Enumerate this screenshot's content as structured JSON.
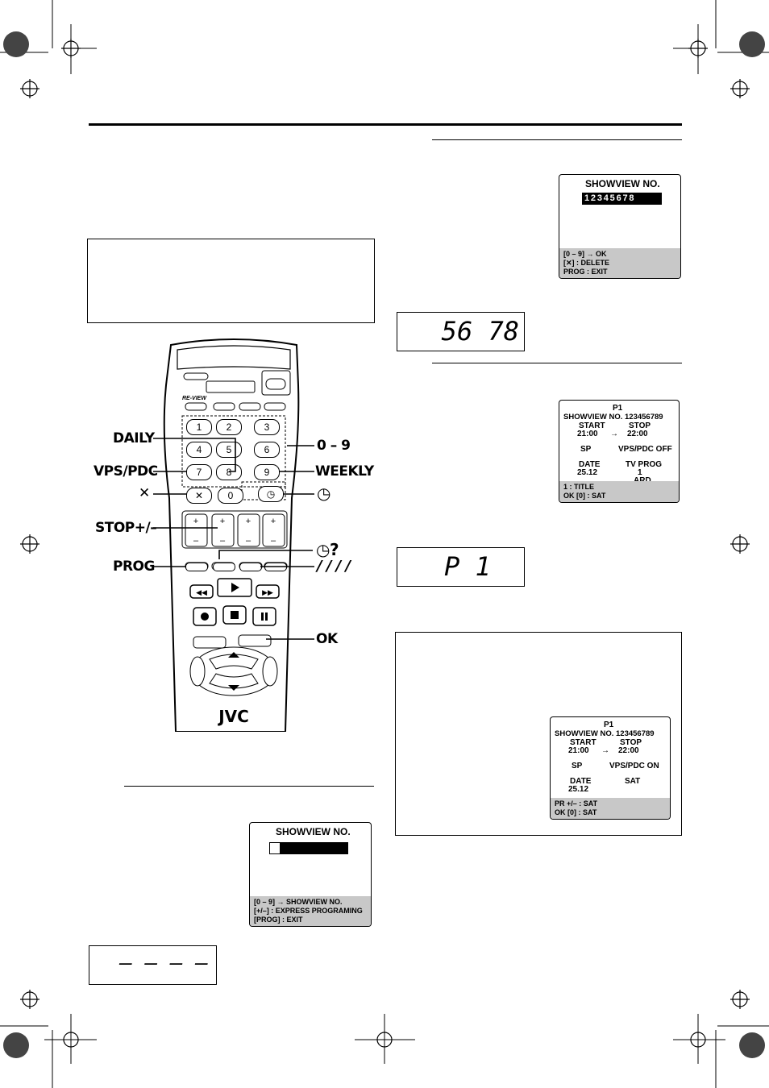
{
  "remote": {
    "brand": "JVC",
    "review_label": "RE-VIEW",
    "keys": [
      "1",
      "2",
      "3",
      "4",
      "5",
      "6",
      "7",
      "8",
      "9",
      "0"
    ],
    "callouts": {
      "daily": "DAILY",
      "vps_pdc": "VPS/PDC",
      "cancel": "✕",
      "stop_plus_minus": "STOP+/–",
      "prog": "PROG",
      "digits": "0 – 9",
      "weekly": "WEEKLY",
      "ok": "OK"
    }
  },
  "osd1": {
    "title": "SHOWVIEW NO.",
    "footer": [
      "[0 – 9] → SHOWVIEW NO.",
      "[+/–] : EXPRESS PROGRAMING",
      "[PROG] : EXIT"
    ]
  },
  "display1": {
    "text": "– –  – –"
  },
  "osd2": {
    "title": "SHOWVIEW NO.",
    "number": "12345678",
    "footer": [
      "[0 – 9] → OK",
      "[✕] : DELETE",
      "PROG : EXIT"
    ]
  },
  "display2": {
    "text": "56 78"
  },
  "osd3": {
    "program": "P1",
    "showview": "SHOWVIEW NO. 123456789",
    "start_label": "START",
    "stop_label": "STOP",
    "start_time": "21:00",
    "arrow": "→",
    "stop_time": "22:00",
    "speed": "SP",
    "vps": "VPS/PDC OFF",
    "date_label": "DATE",
    "tvprog_label": "TV PROG",
    "date": "25.12",
    "tvprog_num": "1",
    "channel": "ARD",
    "footer": [
      "1 : TITLE",
      "OK   [0] : SAT"
    ]
  },
  "display3": {
    "text": "P 1"
  },
  "osd4": {
    "program": "P1",
    "showview": "SHOWVIEW NO. 123456789",
    "start_label": "START",
    "stop_label": "STOP",
    "start_time": "21:00",
    "arrow": "→",
    "stop_time": "22:00",
    "speed": "SP",
    "vps": "VPS/PDC ON",
    "date_label": "DATE",
    "sat_label": "SAT",
    "date": "25.12",
    "footer": [
      "PR +/– : SAT",
      "OK   [0] : SAT"
    ]
  }
}
